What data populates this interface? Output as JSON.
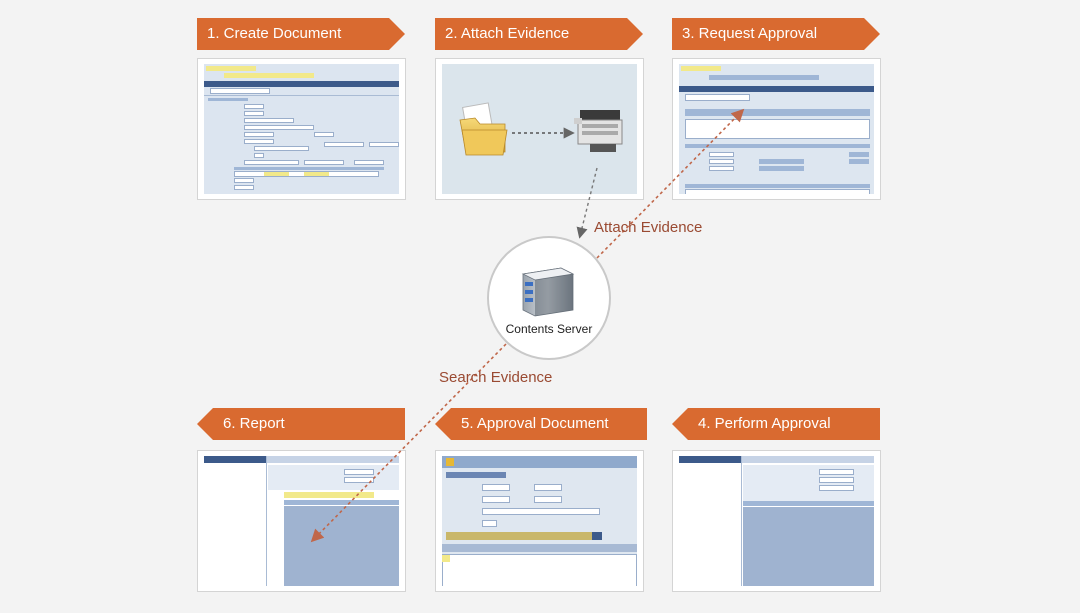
{
  "steps": [
    {
      "label": "1. Create Document"
    },
    {
      "label": "2. Attach Evidence"
    },
    {
      "label": "3. Request Approval"
    },
    {
      "label": "4. Perform Approval"
    },
    {
      "label": "5. Approval Document"
    },
    {
      "label": "6. Report"
    }
  ],
  "server": {
    "label": "Contents Server",
    "icon": "server-icon"
  },
  "flows": {
    "attach": "Attach Evidence",
    "search": "Search Evidence"
  },
  "colors": {
    "step": "#d96a30",
    "flow_text": "#9a4a32",
    "arrow": "#c0674a"
  },
  "icons": {
    "folder": "folder-icon",
    "copier": "scanner-copier-icon"
  }
}
